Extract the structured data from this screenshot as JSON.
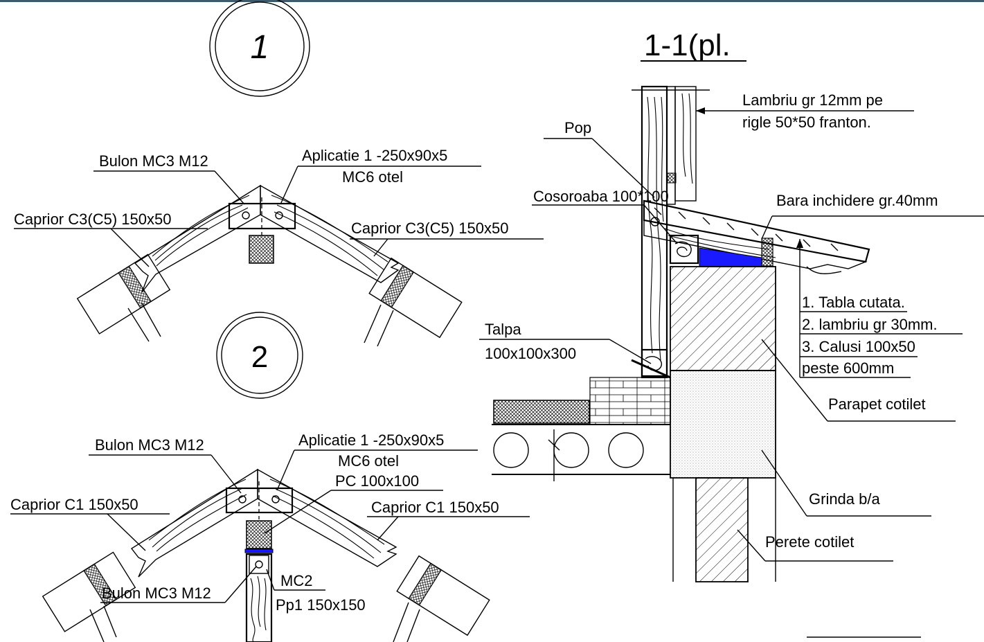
{
  "detail_1": {
    "marker": "1",
    "bolt_label": "Bulon MC3   M12",
    "plate_label_line1": "Aplicatie 1 -250x90x5",
    "plate_label_line2": "MC6  otel",
    "rafter_left_label": "Caprior C3(C5)  150x50",
    "rafter_right_label": "Caprior C3(C5)  150x50"
  },
  "detail_2": {
    "marker": "2",
    "bolt_label": "Bulon MC3   M12",
    "plate_label_line1": "Aplicatie 1 -250x90x5",
    "plate_label_line2": "MC6  otel",
    "post_cap_label": "PC 100x100",
    "rafter_left_label": "Caprior C1  150x50",
    "rafter_right_label": "Caprior C1  150x50",
    "bottom_bolt_label": "Bulon MC3   M12",
    "connector_label": "MC2",
    "post_label": "Pp1 150x150"
  },
  "section": {
    "title": "1-1(pl.",
    "pop_label": "Pop",
    "lambriu_line1": "Lambriu gr 12mm pe",
    "lambriu_line2": "rigle 50*50 franton.",
    "cosoroaba_label": "Cosoroaba 100*100",
    "bara_label": "Bara inchidere gr.40mm",
    "roof_layers": [
      "1. Tabla cutata.",
      "2. lambriu gr 30mm.",
      "3. Calusi 100x50",
      "peste 600mm"
    ],
    "talpa_line1": "Talpa",
    "talpa_line2": "100x100x300",
    "parapet_label": "Parapet cotilet",
    "grinda_label": "Grinda b/a",
    "perete_label": "Perete cotilet"
  },
  "colors": {
    "frame": "#3c5a6e",
    "insulation": "#1a1aff",
    "lines": "#000000"
  }
}
